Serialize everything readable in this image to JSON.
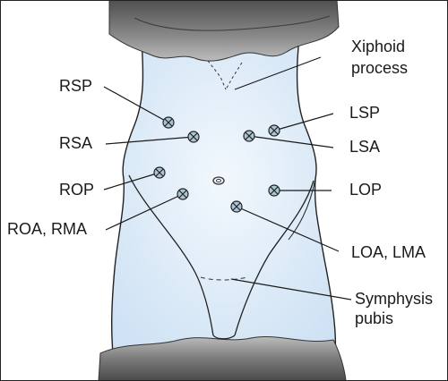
{
  "labels": {
    "rsp": "RSP",
    "rsa": "RSA",
    "rop": "ROP",
    "roa_rma": "ROA, RMA",
    "xiphoid_line1": "Xiphoid",
    "xiphoid_line2": "process",
    "lsp": "LSP",
    "lsa": "LSA",
    "lop": "LOP",
    "loa_lma": "LOA, LMA",
    "symphysis_line1": "Symphysis",
    "symphysis_line2": "pubis"
  },
  "colors": {
    "body_fill": "#dbe9f7",
    "marker_fill": "#a9c4d4",
    "drape": "#6e6e6e"
  }
}
